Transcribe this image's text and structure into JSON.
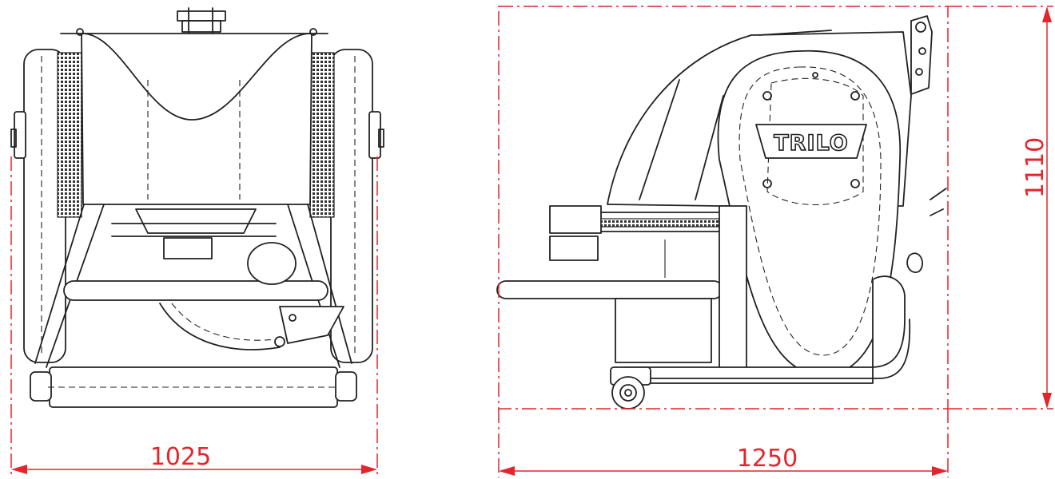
{
  "brand": {
    "logo_text": "TRILO"
  },
  "dimensions": {
    "front_width": "1025",
    "side_length": "1250",
    "side_height": "1110"
  },
  "colors": {
    "dimension": "#e3252c",
    "linework": "#222222",
    "background": "#ffffff"
  }
}
